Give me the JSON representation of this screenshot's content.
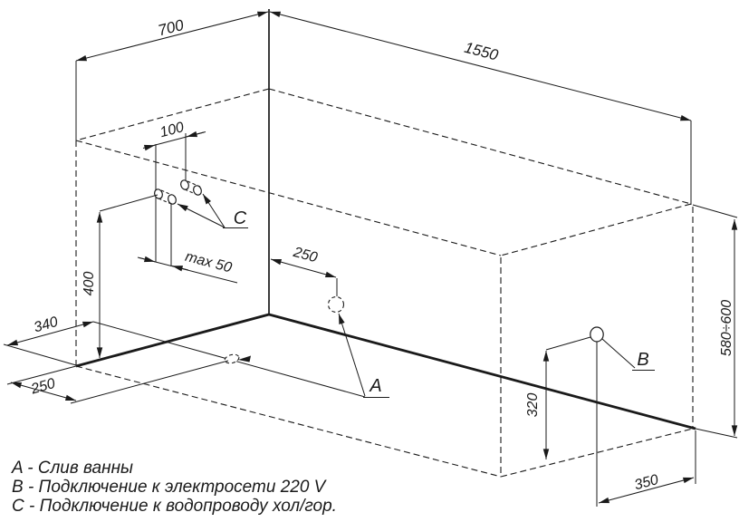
{
  "diagram": {
    "dims": {
      "top_depth": "700",
      "top_length": "1550",
      "pipes_pair_spacing": "100",
      "pipes_max_gap": "max 50",
      "wall_offset_drain": "250",
      "pipes_height": "400",
      "floor_drain_along_wall": "340",
      "floor_drain_from_wall": "250",
      "socket_height": "320",
      "socket_from_corner": "350",
      "tub_height_range": "580÷600"
    },
    "callouts": {
      "a": "A",
      "b": "B",
      "c": "C"
    },
    "legend": [
      "A - Слив ванны",
      "B - Подключение к электросети 220 V",
      "C - Подключение к водопроводу хол/гор."
    ],
    "colors": {
      "ink": "#1a1a1a",
      "bg": "#ffffff"
    }
  }
}
